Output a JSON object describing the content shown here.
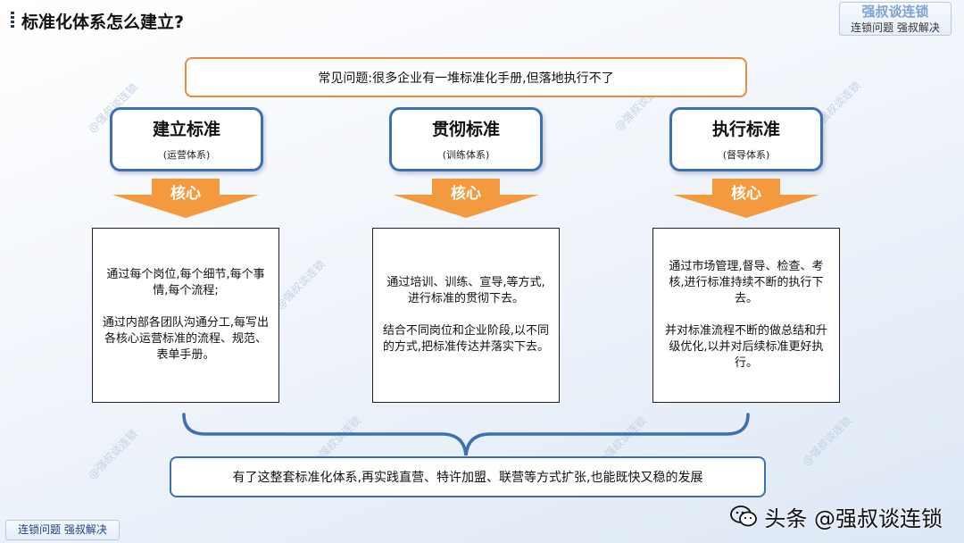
{
  "header": {
    "title": "标准化体系怎么建立?",
    "brand_name": "强叔谈连锁",
    "brand_slogan": "连锁问题 强叔解决"
  },
  "problem": "常见问题:很多企业有一堆标准化手册,但落地执行不了",
  "pillars": [
    {
      "title": "建立标准",
      "subtitle": "(运营体系)",
      "arrow_label": "核心",
      "paragraphs": [
        "通过每个岗位,每个细节,每个事情,每个流程;",
        "通过内部各团队沟通分工,每写出各核心运营标准的流程、规范、表单手册。"
      ]
    },
    {
      "title": "贯彻标准",
      "subtitle": "(训练体系)",
      "arrow_label": "核心",
      "paragraphs": [
        "通过培训、训练、宣导,等方式,进行标准的贯彻下去。",
        "结合不同岗位和企业阶段,以不同的方式,把标准传达并落实下去。"
      ]
    },
    {
      "title": "执行标准",
      "subtitle": "(督导体系)",
      "arrow_label": "核心",
      "paragraphs": [
        "通过市场管理,督导、检查、考核,进行标准持续不断的执行下去。",
        "并对标准流程不断的做总结和升级优化,以并对后续标准更好执行。"
      ]
    }
  ],
  "conclusion": "有了这整套标准化体系,再实践直营、特许加盟、联营等方式扩张,也能既快又稳的发展",
  "bottom_tag": "连锁问题 强叔解决",
  "watermark": "@强叔谈连锁",
  "account_line": "头条 @强叔谈连锁",
  "colors": {
    "orange": "#ec8a40",
    "blue_border": "#3d6fb5",
    "arrow_fill": "#f39a3e"
  },
  "icons": [
    "wechat-icon"
  ]
}
